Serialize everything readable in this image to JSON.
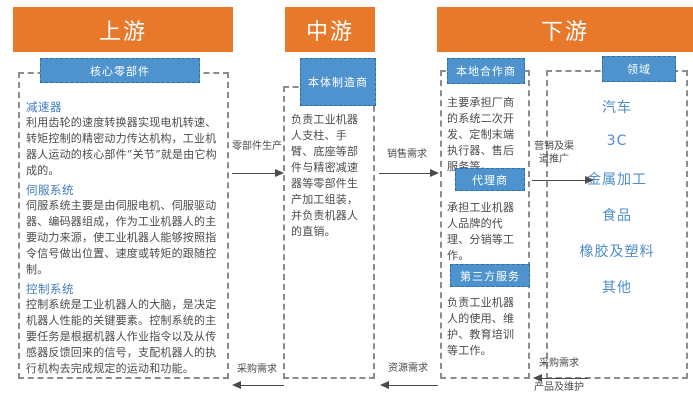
{
  "stages": {
    "upstream": "上游",
    "midstream": "中游",
    "downstream": "下游"
  },
  "chips": {
    "core_parts": "核心零部件",
    "body_maker": "本体制造商",
    "local_partner": "本地合作商",
    "agent": "代理商",
    "third_party": "第三方服务",
    "field": "领域"
  },
  "upstream_sections": [
    {
      "title": "减速器",
      "body": "利用齿轮的速度转换器实现电机转速、转矩控制的精密动力传达机构，工业机器人运动的核心部件“关节”就是由它构成的。"
    },
    {
      "title": "伺服系统",
      "body": "伺服系统主要是由伺服电机、伺服驱动器、编码器组成，作为工业机器人的主要动力来源，使工业机器人能够按照指令信号做出位置、速度或转矩的跟随控制。"
    },
    {
      "title": "控制系统",
      "body": "控制系统是工业机器人的大脑，是决定机器人性能的关键要素。控制系统的主要任务是根据机器人作业指令以及从传感器反馈回来的信号，支配机器人的执行机构去完成规定的运动和功能。"
    }
  ],
  "midstream_body": "负责工业机器人支柱、手臂、底座等部件与精密减速器等零部件生产加工组装，并负责机器人的直销。",
  "downstream_bodies": {
    "local_partner": "主要承担厂商的系统二次开发、定制末端执行器、售后服务等。",
    "agent": "承担工业机器人品牌的代理、分销等工作。",
    "third_party": "负责工业机器人的使用、维护、教育培训等工作。"
  },
  "fields": [
    "汽车",
    "3C",
    "金属加工",
    "食品",
    "橡胶及塑料",
    "其他"
  ],
  "flows": {
    "parts_production": "零部件生产",
    "purchase_demand_1": "采购需求",
    "sales_demand": "销售需求",
    "resource_demand": "资源需求",
    "marketing_channel": "营销及渠道推广",
    "purchase_demand_2": "采购需求",
    "product_maintenance": "产品及维护"
  },
  "colors": {
    "orange": "#E8792B",
    "blue": "#4E93CE",
    "text_blue": "#4f8ecb",
    "dashed_gray": "#8c8c8c"
  }
}
